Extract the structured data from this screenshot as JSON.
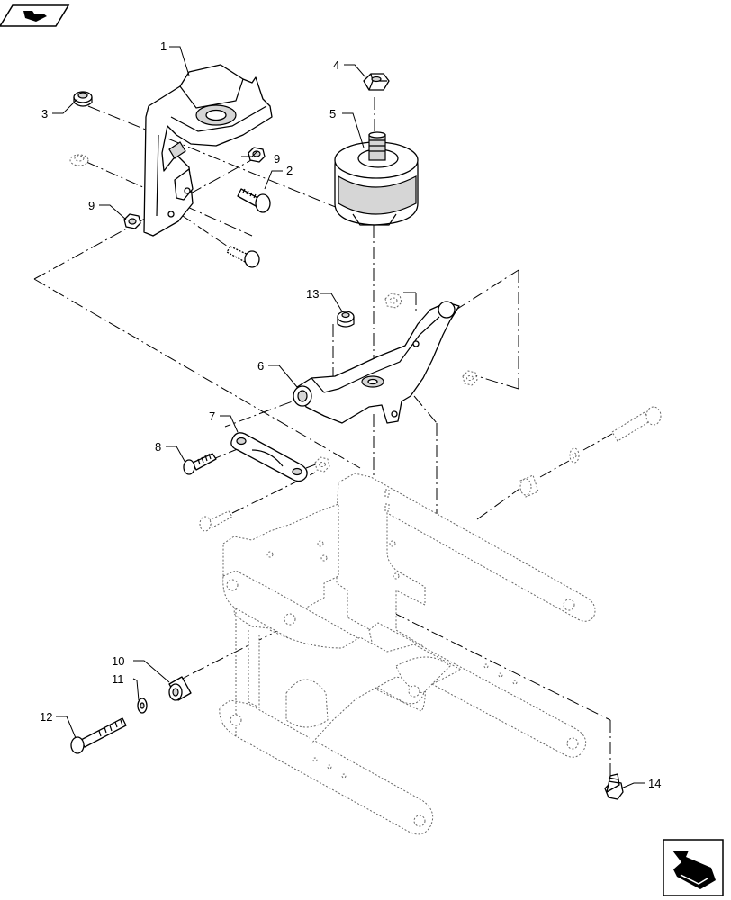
{
  "callouts": {
    "c1": "1",
    "c2": "2",
    "c3": "3",
    "c4": "4",
    "c5": "5",
    "c6": "6",
    "c7": "7",
    "c8": "8",
    "c9a": "9",
    "c9b": "9",
    "c10": "10",
    "c11": "11",
    "c12": "12",
    "c13": "13",
    "c14": "14"
  },
  "icons": {
    "top_left": "page-nav-icon",
    "bottom_right": "next-page-arrow-icon"
  }
}
